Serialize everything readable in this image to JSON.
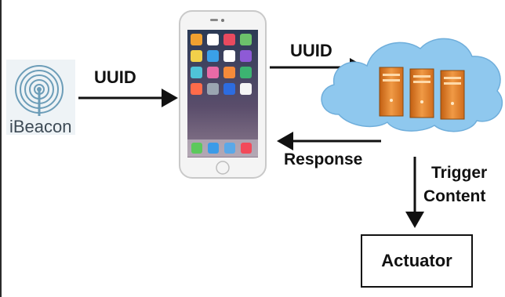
{
  "nodes": {
    "beacon_label": "iBeacon",
    "actuator_label": "Actuator"
  },
  "edges": {
    "beacon_to_phone": "UUID",
    "phone_to_cloud": "UUID",
    "cloud_to_phone": "Response",
    "cloud_to_actuator_line1": "Trigger",
    "cloud_to_actuator_line2": "Content"
  },
  "colors": {
    "arrow": "#111111",
    "cloud": "#8fc8ee",
    "server": "#e8822a",
    "phone_body": "#f4f4f4",
    "beacon_rings": "#6c9db8"
  },
  "icons": {
    "beacon": "ibeacon-signal-icon",
    "phone": "smartphone-icon",
    "cloud": "cloud-server-icon"
  }
}
